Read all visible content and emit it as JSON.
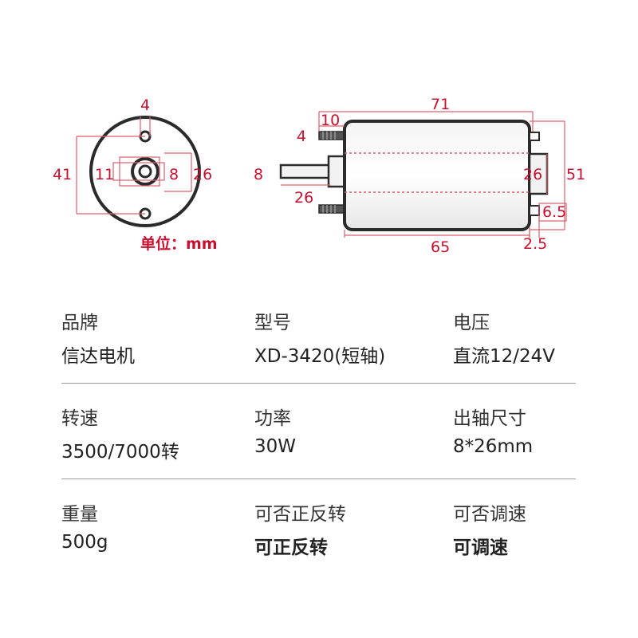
{
  "drawing": {
    "front_view": {
      "hole_dim": "4",
      "height_dim": "41",
      "inner_dim": "11",
      "shaft_dim": "8",
      "boss_dim": "26",
      "unit_label": "单位：mm"
    },
    "side_view": {
      "length_total": "71",
      "offset_10": "10",
      "screw_4": "4",
      "shaft_8": "8",
      "shaft_26": "26",
      "body_65": "65",
      "end_2_5": "2.5",
      "terminal_6_5": "6.5",
      "end_26": "26",
      "diameter_51": "51"
    },
    "color": "#c8102e"
  },
  "specs": [
    {
      "label": "品牌",
      "value": "信达电机"
    },
    {
      "label": "型号",
      "value": "XD-3420(短轴)"
    },
    {
      "label": "电压",
      "value": "直流12/24V"
    },
    {
      "label": "转速",
      "value": "3500/7000转"
    },
    {
      "label": "功率",
      "value": "30W"
    },
    {
      "label": "出轴尺寸",
      "value": "8*26mm"
    },
    {
      "label": "重量",
      "value": "500g"
    },
    {
      "label": "可否正反转",
      "value": "可正反转"
    },
    {
      "label": "可否调速",
      "value": "可调速"
    }
  ]
}
